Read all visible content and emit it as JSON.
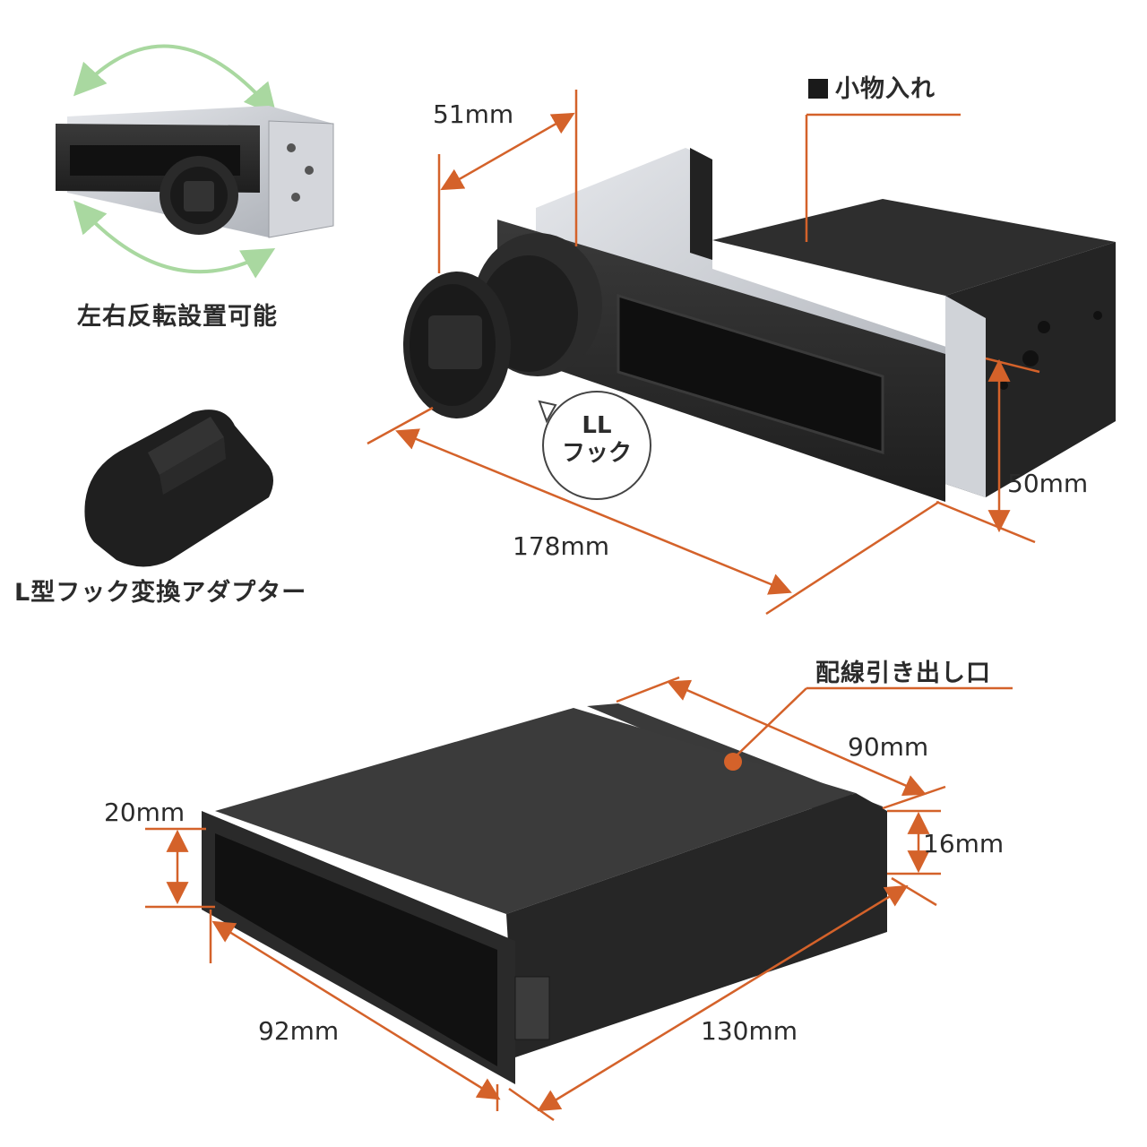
{
  "labels": {
    "reversible": "左右反転設置可能",
    "adapter": "L型フック変換アダプター",
    "storage": "小物入れ",
    "ll_hook_line1": "LL",
    "ll_hook_line2": "フック",
    "wiring_outlet": "配線引き出し口"
  },
  "dimensions": {
    "depth_mount": "51mm",
    "width_mount": "178mm",
    "height_mount": "50mm",
    "depth_tray": "90mm",
    "tray_side_height": "16mm",
    "tray_front_height": "20mm",
    "tray_width": "92mm",
    "tray_length": "130mm"
  },
  "colors": {
    "dimension_line": "#d4622a",
    "rotation_arrow": "#a9d8a0",
    "product_body": "#2a2a2a",
    "metal_bracket": "#c9ccd2",
    "text": "#2b2b2b"
  },
  "icons": {
    "rotation": "curved-arrow-icon",
    "storage_marker": "black-square-icon",
    "callout_marker": "orange-dot-icon"
  }
}
